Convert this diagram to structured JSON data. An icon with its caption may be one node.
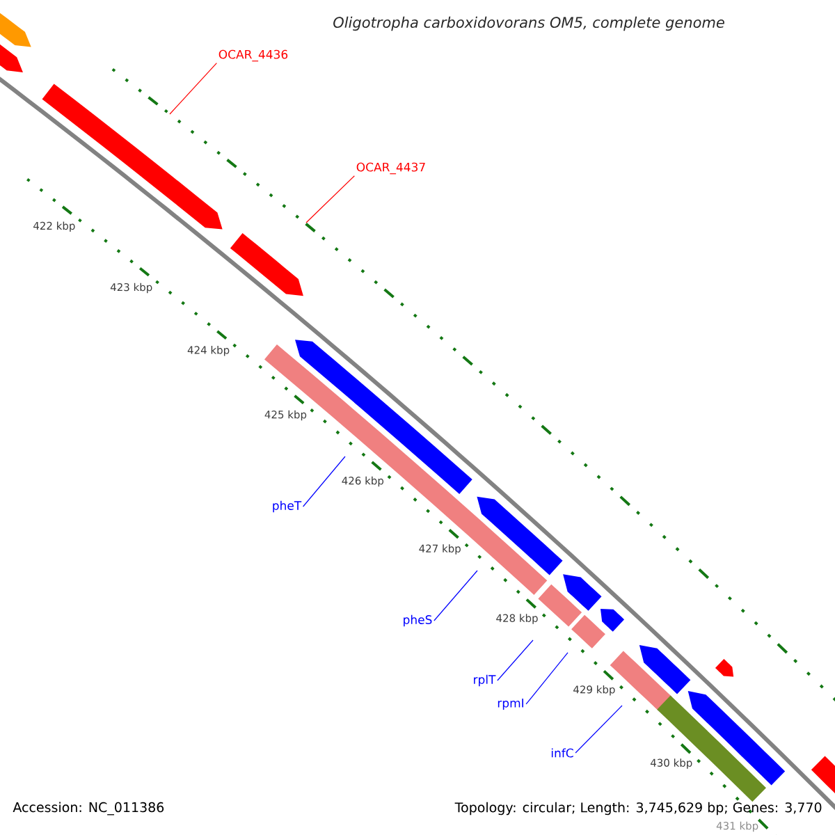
{
  "diagram": {
    "title": "Oligotropha carboxidovorans OM5, complete genome",
    "nodes": [
      {
        "text": [
          "OCAR_4436"
        ]
      },
      {
        "text": [
          "OCAR_4437"
        ]
      },
      {
        "text": [
          "pheT"
        ]
      },
      {
        "text": [
          "pheS"
        ]
      },
      {
        "text": [
          "rplT"
        ]
      },
      {
        "text": [
          "rpmI"
        ]
      },
      {
        "text": [
          "infC"
        ]
      }
    ],
    "edges": [
      {
        "from": 0,
        "to": null,
        "arrow": "none",
        "color": "#ff0000"
      },
      {
        "from": 1,
        "to": null,
        "arrow": "none",
        "color": "#ff0000"
      },
      {
        "from": 2,
        "to": null,
        "arrow": "none"
      },
      {
        "from": 3,
        "to": null,
        "arrow": "none"
      },
      {
        "from": 4,
        "to": null,
        "arrow": "none"
      },
      {
        "from": 5,
        "to": null,
        "arrow": "none"
      },
      {
        "from": 6,
        "to": null,
        "arrow": "none"
      }
    ],
    "labels": [
      "422 kbp",
      "423 kbp",
      "424 kbp",
      "425 kbp",
      "426 kbp",
      "427 kbp",
      "428 kbp",
      "429 kbp",
      "430 kbp",
      "431 kbp",
      "Accession: NC_011386",
      "Topology: circular; Length: 3,745,629 bp; Genes: 3,770"
    ]
  }
}
